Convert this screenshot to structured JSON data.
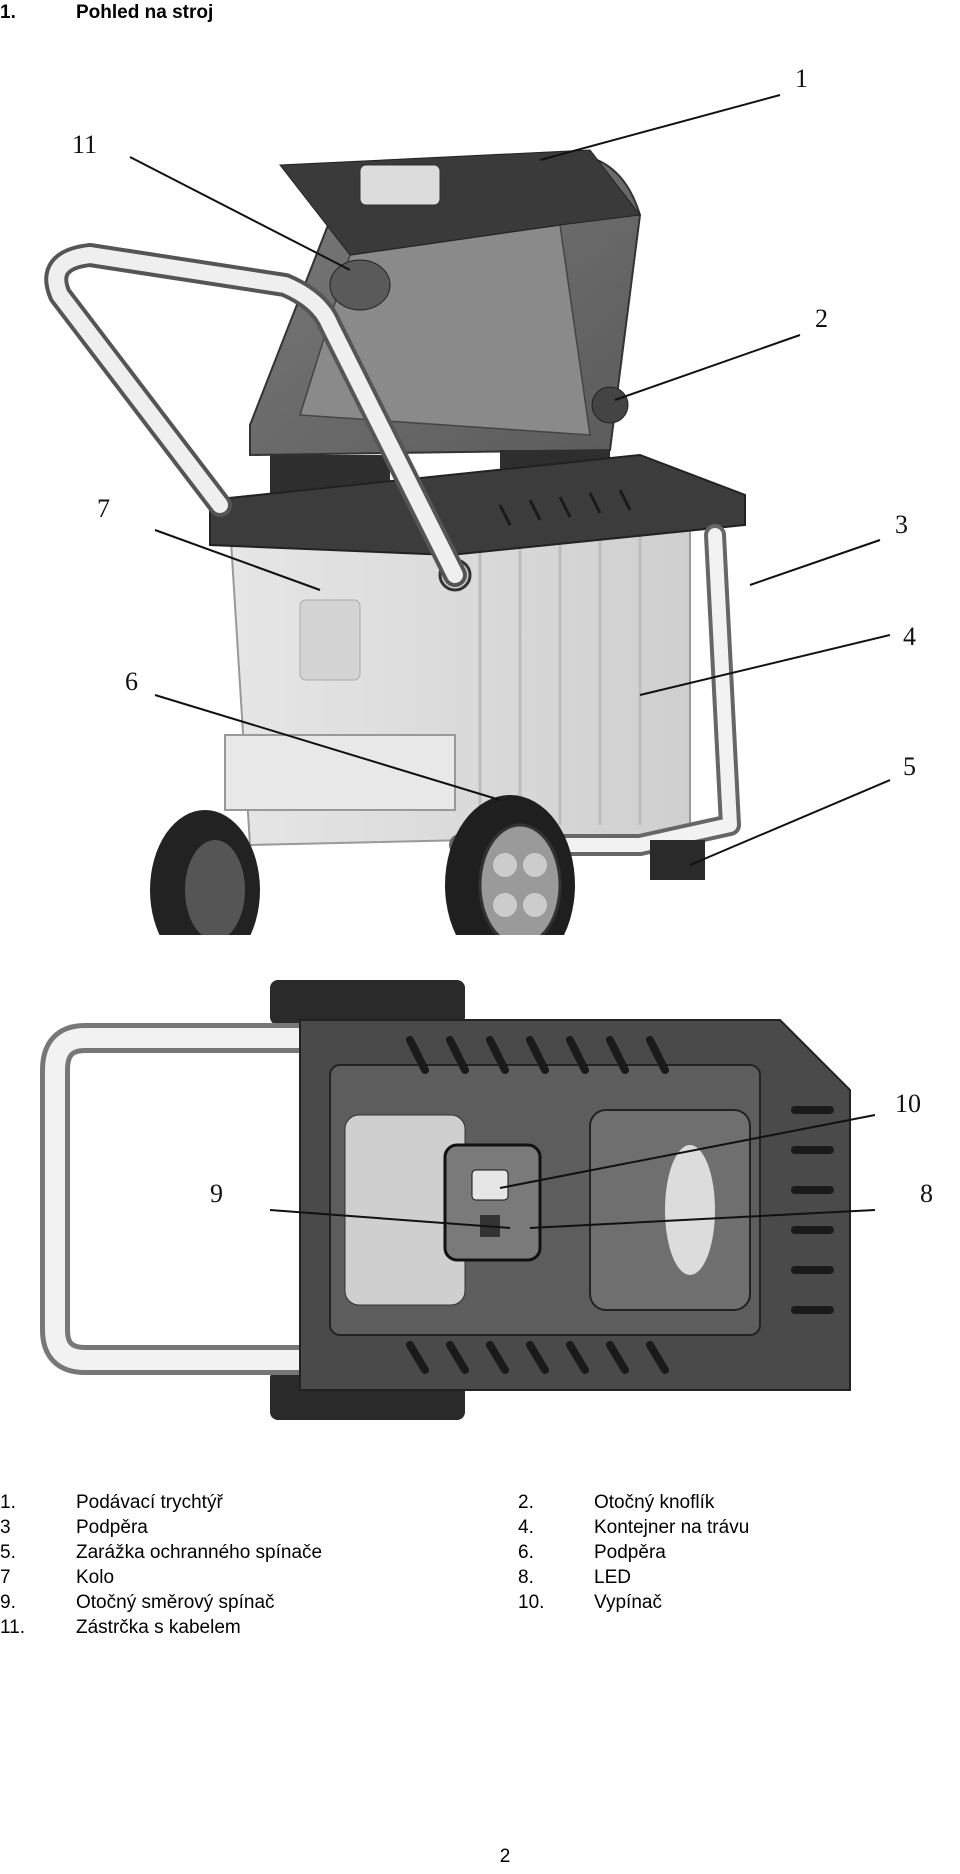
{
  "section": {
    "number": "1.",
    "title": "Pohled na stroj"
  },
  "figure_top": {
    "callouts": [
      {
        "label": "1",
        "data-name": "callout-1"
      },
      {
        "label": "2",
        "data-name": "callout-2"
      },
      {
        "label": "3",
        "data-name": "callout-3"
      },
      {
        "label": "4",
        "data-name": "callout-4"
      },
      {
        "label": "5",
        "data-name": "callout-5"
      },
      {
        "label": "6",
        "data-name": "callout-6"
      },
      {
        "label": "7",
        "data-name": "callout-7"
      },
      {
        "label": "11",
        "data-name": "callout-11"
      }
    ]
  },
  "figure_bottom": {
    "callouts": [
      {
        "label": "8"
      },
      {
        "label": "9"
      },
      {
        "label": "10"
      }
    ]
  },
  "legend": [
    {
      "left": {
        "num": "1.",
        "text": "Podávací trychtýř"
      },
      "right": {
        "num": "2.",
        "text": "Otočný knoflík"
      }
    },
    {
      "left": {
        "num": "3",
        "text": "Podpěra"
      },
      "right": {
        "num": "4.",
        "text": "Kontejner na trávu"
      }
    },
    {
      "left": {
        "num": "5.",
        "text": "Zarážka ochranného spínače"
      },
      "right": {
        "num": "6.",
        "text": "Podpěra"
      }
    },
    {
      "left": {
        "num": "7",
        "text": "Kolo"
      },
      "right": {
        "num": "8.",
        "text": "LED"
      }
    },
    {
      "left": {
        "num": "9.",
        "text": "Otočný směrový spínač"
      },
      "right": {
        "num": "10.",
        "text": "Vypínač"
      }
    },
    {
      "left": {
        "num": "11.",
        "text": "Zástrčka s kabelem"
      },
      "right": {
        "num": "",
        "text": ""
      }
    }
  ],
  "page_number": "2"
}
